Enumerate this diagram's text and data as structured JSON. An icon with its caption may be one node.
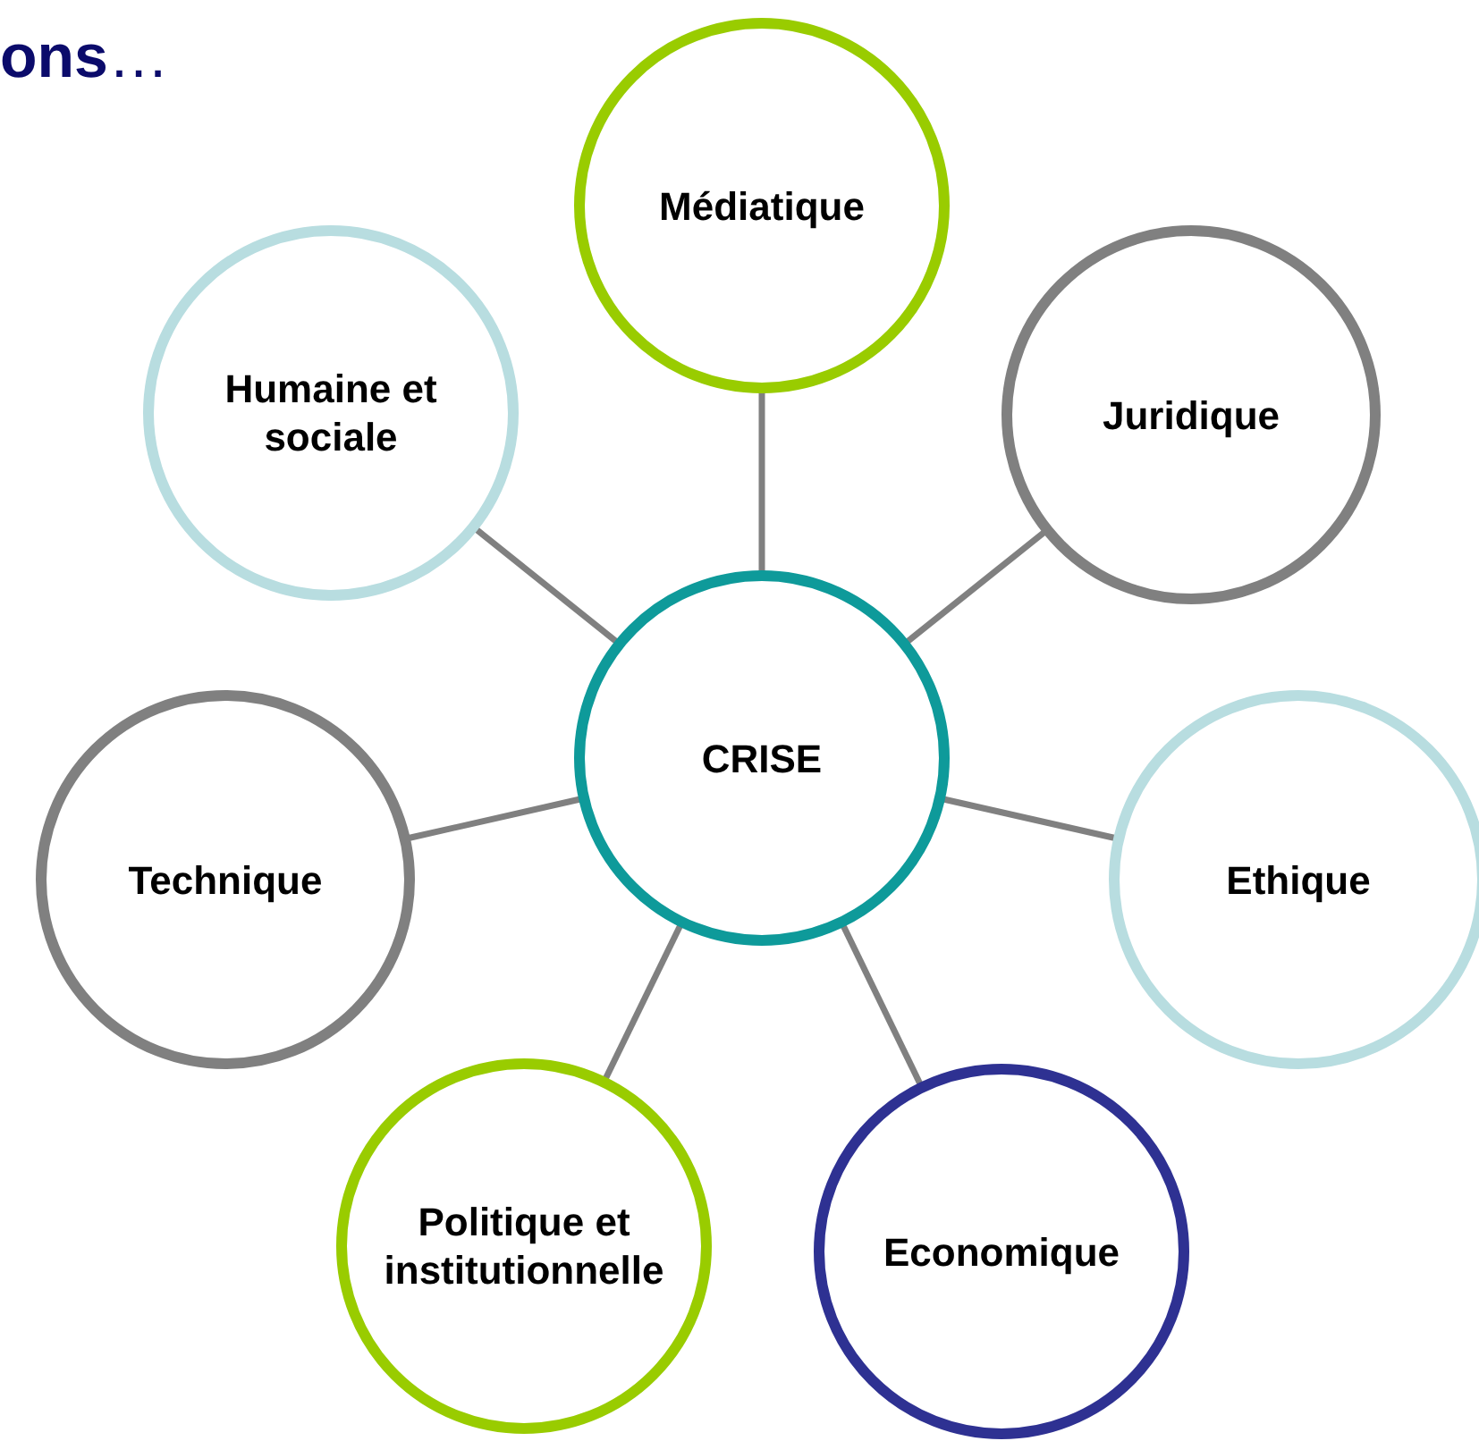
{
  "diagram": {
    "title": "**ons**…",
    "nodes": [
      {
        "text": [
          "CRISE"
        ]
      },
      {
        "text": [
          "Médiatique"
        ]
      },
      {
        "text": [
          "Juridique"
        ]
      },
      {
        "text": [
          "Ethique"
        ]
      },
      {
        "text": [
          "Economique"
        ]
      },
      {
        "text": [
          "Politique et institutionnelle"
        ]
      },
      {
        "text": [
          "Technique"
        ]
      },
      {
        "text": [
          "Humaine et sociale"
        ]
      }
    ],
    "edges": [
      {
        "from": 0,
        "to": 1,
        "arrow": "none"
      },
      {
        "from": 0,
        "to": 2,
        "arrow": "none"
      },
      {
        "from": 0,
        "to": 3,
        "arrow": "none"
      },
      {
        "from": 0,
        "to": 4,
        "arrow": "none"
      },
      {
        "from": 0,
        "to": 5,
        "arrow": "none"
      },
      {
        "from": 0,
        "to": 6,
        "arrow": "none"
      },
      {
        "from": 0,
        "to": 7,
        "arrow": "none"
      }
    ]
  }
}
